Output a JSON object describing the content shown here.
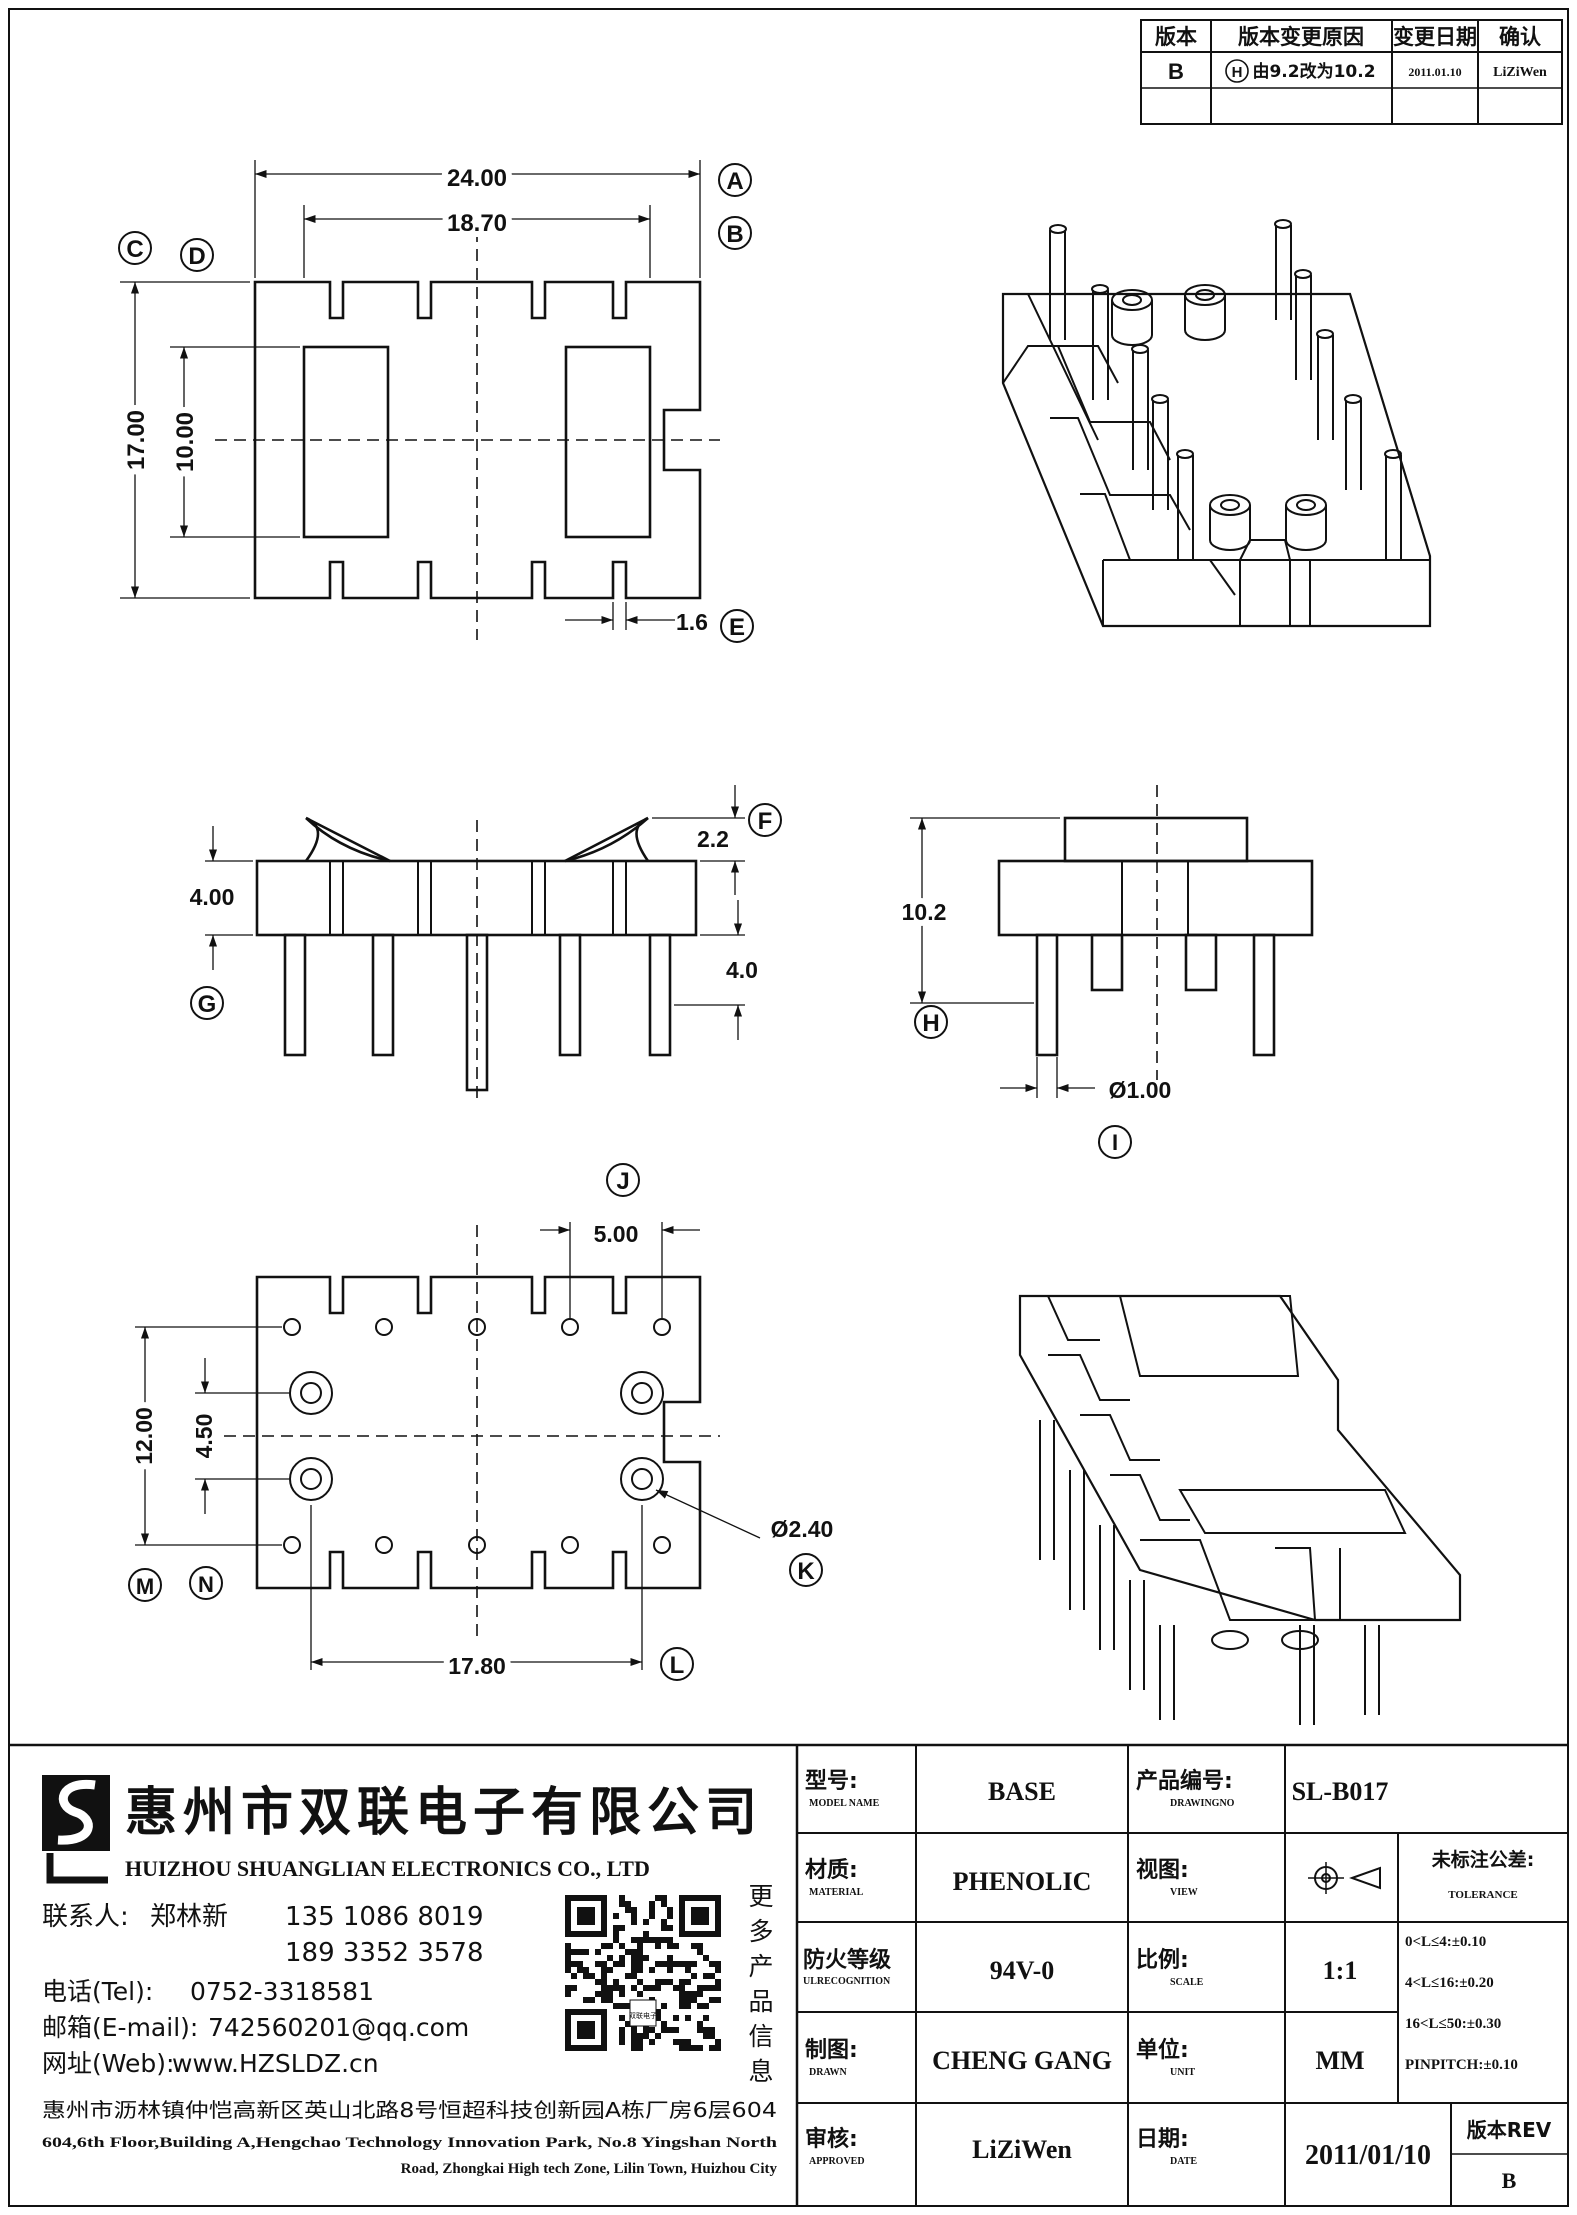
{
  "revision_table": {
    "headers": [
      "版本",
      "版本变更原因",
      "变更日期",
      "确认"
    ],
    "row": {
      "rev": "B",
      "marker": "H",
      "reason": "由9.2改为10.2",
      "date": "2011.01.10",
      "confirm": "LiZiWen"
    }
  },
  "top_view": {
    "dims": {
      "overall_width": "24.00",
      "inner_width": "18.70",
      "height": "17.00",
      "window_height": "10.00",
      "notch": "1.6"
    },
    "markers": {
      "A": "A",
      "B": "B",
      "C": "C",
      "D": "D",
      "E": "E"
    }
  },
  "front_view": {
    "dims": {
      "body_height": "4.00",
      "flange": "2.2",
      "pin_length": "4.0"
    },
    "markers": {
      "F": "F",
      "G": "G"
    }
  },
  "side_view": {
    "dims": {
      "overall_height": "10.2",
      "pin_diameter": "Ø1.00"
    },
    "markers": {
      "H": "H",
      "I": "I"
    }
  },
  "bottom_view": {
    "dims": {
      "pitch": "5.00",
      "row_span": "12.00",
      "post_span": "4.50",
      "post_hole": "Ø2.40",
      "post_pitch": "17.80"
    },
    "markers": {
      "J": "J",
      "K": "K",
      "L": "L",
      "M": "M",
      "N": "N"
    }
  },
  "company": {
    "name_cn": "惠州市双联电子有限公司",
    "name_en": "HUIZHOU SHUANGLIAN ELECTRONICS CO., LTD",
    "contact_label": "联系人:",
    "contact_name": "郑林新",
    "phone1": "135 1086 8019",
    "phone2": "189 3352 3578",
    "tel_label": "电话(Tel):",
    "tel": "0752-3318581",
    "email_label": "邮箱(E-mail):",
    "email": "742560201@qq.com",
    "web_label": "网址(Web):",
    "web": "www.HZSLDZ.cn",
    "qr_caption": [
      "更",
      "多",
      "产",
      "品",
      "信",
      "息"
    ],
    "qr_logo_text": "双联电子",
    "address_cn": "惠州市沥林镇仲恺高新区英山北路8号恒超科技创新园A栋厂房6层604",
    "address_en_1": "604,6th Floor,Building A,Hengchao Technology Innovation Park, No.8 Yingshan North",
    "address_en_2": "Road, Zhongkai High tech Zone, Lilin Town, Huizhou City"
  },
  "title_block": {
    "model_label": "型号:",
    "model_label_en": "MODEL NAME",
    "model": "BASE",
    "drawno_label": "产品编号:",
    "drawno_label_en": "DRAWINGNO",
    "drawno": "SL-B017",
    "material_label": "材质:",
    "material_label_en": "MATERIAL",
    "material": "PHENOLIC",
    "view_label": "视图:",
    "view_label_en": "VIEW",
    "tolerance_label": "未标注公差:",
    "tolerance_label_en": "TOLERANCE",
    "tolerances": [
      "0<L≤4:±0.10",
      "4<L≤16:±0.20",
      "16<L≤50:±0.30",
      "PINPITCH:±0.10"
    ],
    "fire_label": "防火等级",
    "fire_label_en": "ULRECOGNITION",
    "fire": "94V-0",
    "scale_label": "比例:",
    "scale_label_en": "SCALE",
    "scale": "1:1",
    "drawn_label": "制图:",
    "drawn_label_en": "DRAWN",
    "drawn": "CHENG GANG",
    "unit_label": "单位:",
    "unit_label_en": "UNIT",
    "unit": "MM",
    "approved_label": "审核:",
    "approved_label_en": "APPROVED",
    "approved": "LiZiWen",
    "date_label": "日期:",
    "date_label_en": "DATE",
    "date": "2011/01/10",
    "rev_label": "版本REV",
    "rev": "B"
  }
}
